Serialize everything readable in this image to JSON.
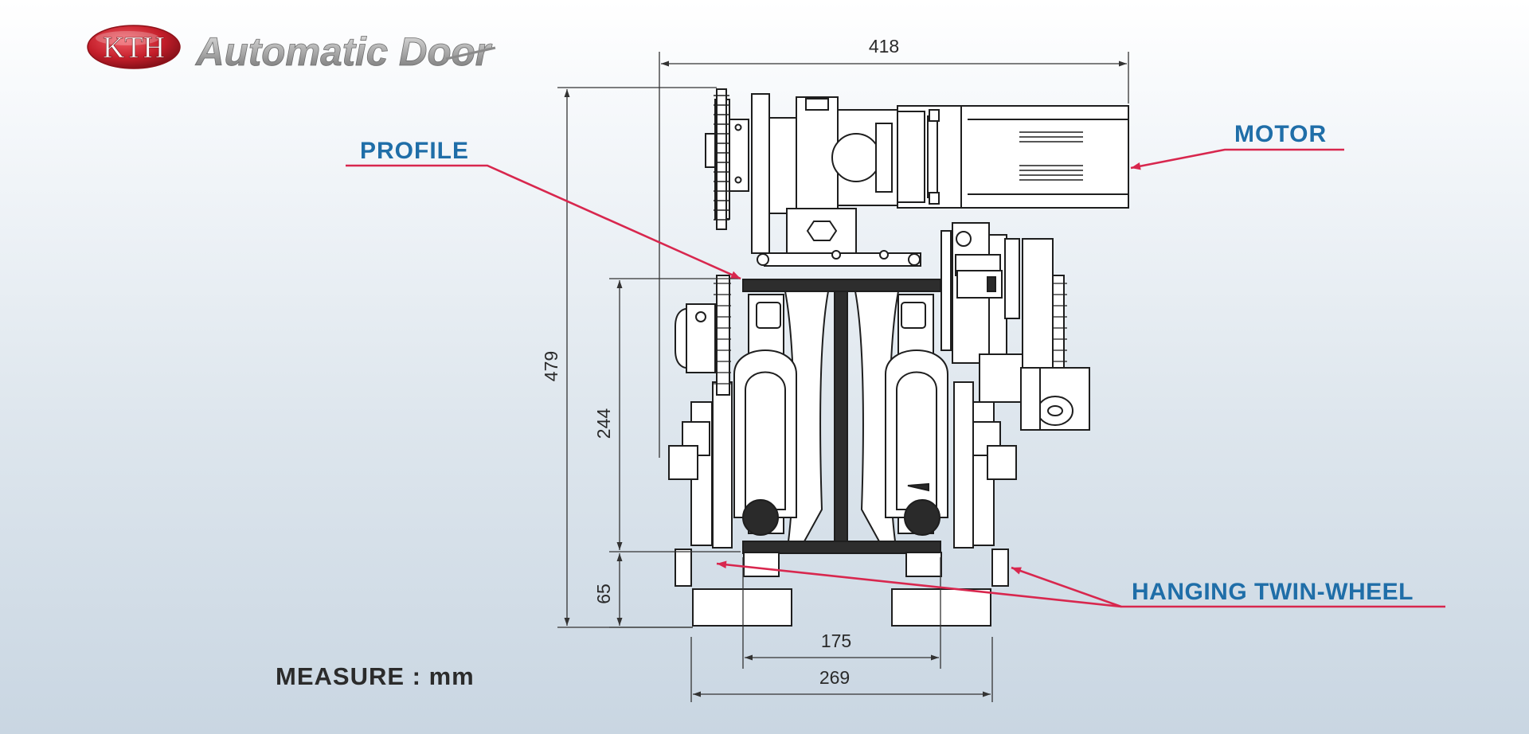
{
  "logo": {
    "mark": "KTH",
    "text": "Automatic Door",
    "mark_color": "#c41e2a",
    "text_color": "#9a9a9a"
  },
  "callouts": {
    "profile": "PROFILE",
    "motor": "MOTOR",
    "hanging_twin_wheel": "HANGING TWIN-WHEEL",
    "text_color": "#1f6ea8",
    "line_color": "#d8274e"
  },
  "dimensions": {
    "total_width": "418",
    "total_height": "479",
    "wheel_height": "244",
    "base_height": "65",
    "inner_width": "175",
    "outer_width": "269",
    "line_color": "#333333"
  },
  "measure_note": "MEASURE : mm"
}
